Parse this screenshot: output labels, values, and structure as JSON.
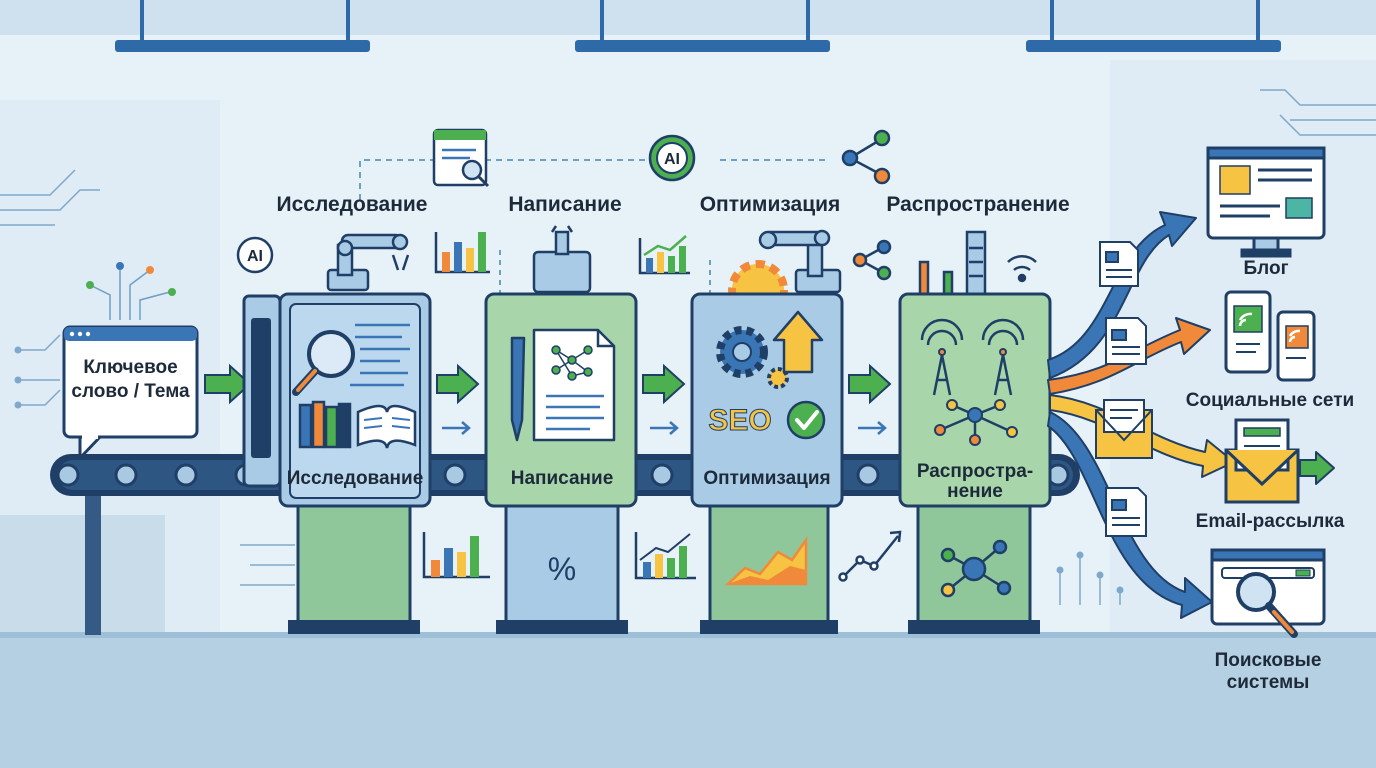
{
  "input": {
    "label_line1": "Ключевое",
    "label_line2": "слово / Тема"
  },
  "badges": {
    "ai_left": "AI",
    "ai_top": "AI"
  },
  "stages": [
    {
      "title": "Исследование",
      "machine_label": "Исследование",
      "icon": "magnifier-books-icon",
      "bottom_icon": "bar-chart-icon"
    },
    {
      "title": "Написание",
      "machine_label": "Написание",
      "icon": "pen-document-icon",
      "bottom_icon": "percent-icon"
    },
    {
      "title": "Оптимизация",
      "machine_label": "Оптимизация",
      "icon": "gear-seo-icon",
      "bottom_icon": "area-chart-icon"
    },
    {
      "title": "Распространение",
      "machine_label_line1": "Распростра-",
      "machine_label_line2": "нение",
      "icon": "antenna-network-icon",
      "bottom_icon": "network-icon"
    }
  ],
  "seo_text": "SEO",
  "percent_text": "%",
  "outputs": [
    {
      "label": "Блог",
      "icon": "monitor-icon"
    },
    {
      "label": "Социальные сети",
      "icon": "phones-rss-icon"
    },
    {
      "label": "Email-рассылка",
      "icon": "envelope-icon"
    },
    {
      "label_line1": "Поисковые",
      "label_line2": "системы",
      "icon": "search-browser-icon"
    }
  ],
  "colors": {
    "outline": "#1f3f66",
    "blue_panel": "#a9cbe6",
    "green_panel": "#a8d5a9",
    "arrow_blue": "#3a76b6",
    "arrow_orange": "#f08a3a",
    "arrow_yellow": "#f6c342",
    "arrow_green": "#4caf50",
    "background": "#e9f2f8"
  }
}
